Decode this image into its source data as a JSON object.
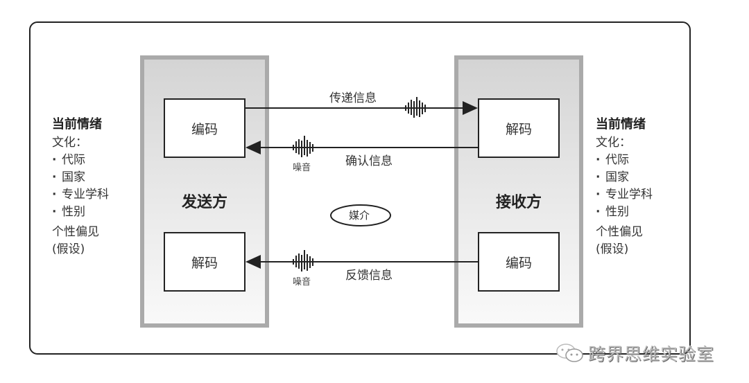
{
  "sender": {
    "title": "发送方",
    "top_box": "编码",
    "bottom_box": "解码"
  },
  "receiver": {
    "title": "接收方",
    "top_box": "解码",
    "bottom_box": "编码"
  },
  "context_left": {
    "heading": "当前情绪",
    "culture_label": "文化：",
    "bullets": [
      "代际",
      "国家",
      "专业学科",
      "性别"
    ],
    "bias_line1": "个性偏见",
    "bias_line2": "(假设)"
  },
  "context_right": {
    "heading": "当前情绪",
    "culture_label": "文化：",
    "bullets": [
      "代际",
      "国家",
      "专业学科",
      "性别"
    ],
    "bias_line1": "个性偏见",
    "bias_line2": "(假设)"
  },
  "channels": {
    "transmit_label": "传递信息",
    "confirm_label": "确认信息",
    "feedback_label": "反馈信息",
    "noise_label": "噪音",
    "medium_label": "媒介"
  },
  "watermark": {
    "text": "跨界思维实验室",
    "icon": "wechat-icon"
  },
  "colors": {
    "line": "#222222",
    "panel_border": "#aaaaaa",
    "panel_top": "#d4d4d4",
    "panel_bottom": "#f9f9f9"
  }
}
